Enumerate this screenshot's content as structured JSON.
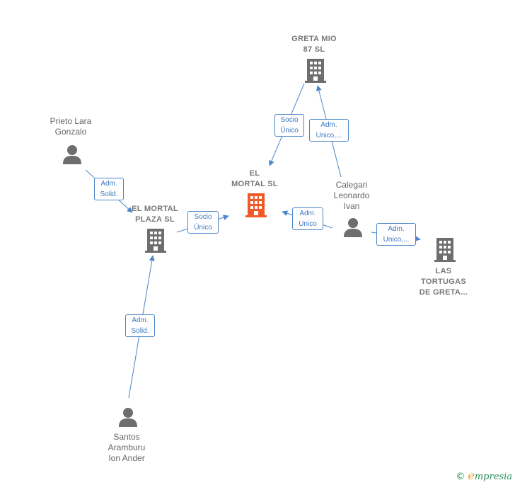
{
  "nodes": {
    "greta_mio": {
      "lines": [
        "GRETA MIO",
        "87  SL"
      ],
      "kind": "company"
    },
    "el_mortal": {
      "lines": [
        "EL",
        "MORTAL  SL"
      ],
      "kind": "company-main"
    },
    "el_mortal_plaza": {
      "lines": [
        "EL MORTAL",
        "PLAZA  SL"
      ],
      "kind": "company"
    },
    "las_tortugas": {
      "lines": [
        "LAS",
        "TORTUGAS",
        "DE GRETA..."
      ],
      "kind": "company"
    },
    "prieto": {
      "lines": [
        "Prieto Lara",
        "Gonzalo"
      ],
      "kind": "person"
    },
    "calegari": {
      "lines": [
        "Calegari",
        "Leonardo",
        "Ivan"
      ],
      "kind": "person"
    },
    "santos": {
      "lines": [
        "Santos",
        "Aramburu",
        "Ion Ander"
      ],
      "kind": "person"
    }
  },
  "edges": {
    "greta_to_mortal": {
      "lines": [
        "Socio",
        "Único"
      ]
    },
    "calegari_to_greta": {
      "lines": [
        "Adm.",
        "Unico,..."
      ]
    },
    "prieto_to_plaza": {
      "lines": [
        "Adm.",
        "Solid."
      ]
    },
    "plaza_to_mortal": {
      "lines": [
        "Socio",
        "Único"
      ]
    },
    "calegari_to_mortal": {
      "lines": [
        "Adm.",
        "Unico"
      ]
    },
    "calegari_to_tortugas": {
      "lines": [
        "Adm.",
        "Unico,..."
      ]
    },
    "santos_to_plaza": {
      "lines": [
        "Adm.",
        "Solid."
      ]
    }
  },
  "colors": {
    "building": "#6e6e6e",
    "building_main": "#f05a28",
    "person": "#6e6e6e",
    "edge": "#4a86c8"
  },
  "footer": {
    "copyright": "©",
    "brand_initial": "e",
    "brand_rest": "mpresia"
  }
}
